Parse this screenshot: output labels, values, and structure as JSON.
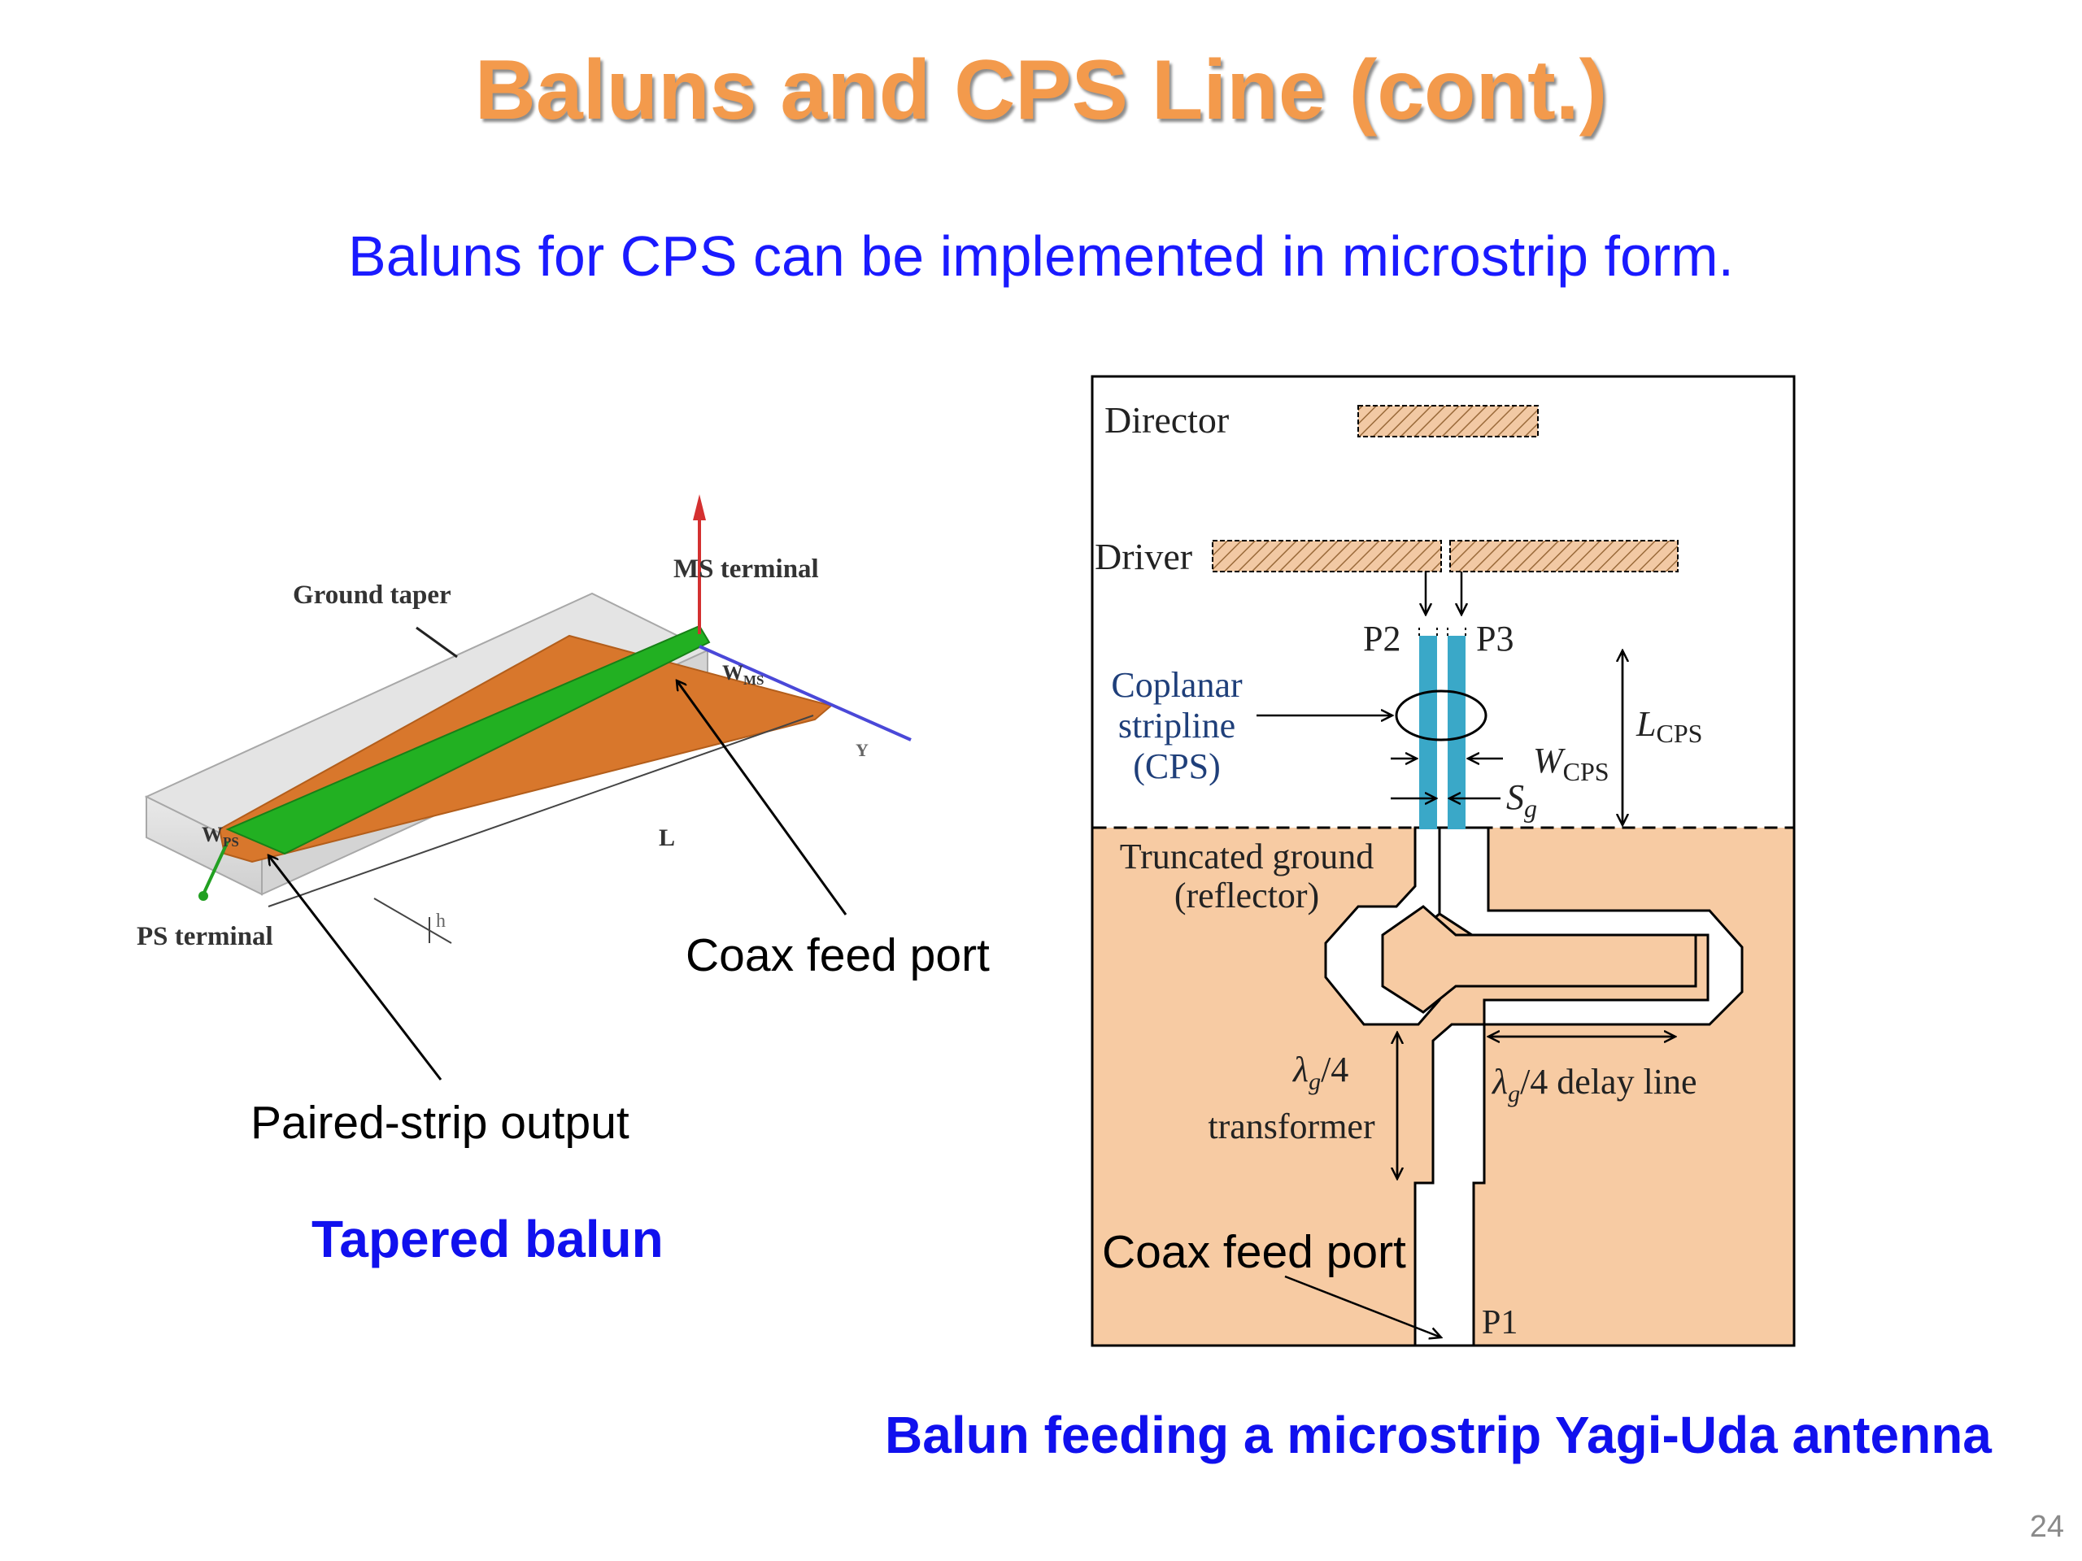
{
  "slide": {
    "title": "Baluns and CPS Line (cont.)",
    "subtitle": "Baluns for CPS can be implemented in microstrip form.",
    "page_number": "24"
  },
  "left_figure": {
    "labels": {
      "ground_taper": "Ground taper",
      "ms_terminal": "MS terminal",
      "w_ms": "W",
      "w_ms_sub": "MS",
      "w_ps": "W",
      "w_ps_sub": "PS",
      "y_axis": "Y",
      "length": "L",
      "ps_terminal": "PS terminal",
      "height": "h"
    },
    "annotations": {
      "coax_feed_port": "Coax feed port",
      "paired_strip_output": "Paired-strip output"
    },
    "caption": "Tapered balun"
  },
  "right_figure": {
    "labels": {
      "director": "Director",
      "driver": "Driver",
      "p2": "P2",
      "p3": "P3",
      "cps_line1": "Coplanar",
      "cps_line2": "stripline",
      "cps_line3": "(CPS)",
      "l_cps": "L",
      "l_cps_sub": "CPS",
      "w_cps": "W",
      "w_cps_sub": "CPS",
      "s_g": "S",
      "s_g_sub": "g",
      "truncated_line1": "Truncated ground",
      "truncated_line2": "(reflector)",
      "transformer_line1": "λ",
      "transformer_sub": "g",
      "transformer_frac": "/4",
      "transformer_line2": "transformer",
      "delay_lambda": "λ",
      "delay_sub": "g",
      "delay_rest": "/4 delay line",
      "p1": "P1"
    },
    "annotations": {
      "coax_feed_port": "Coax feed port"
    },
    "caption": "Balun feeding a microstrip Yagi-Uda antenna"
  },
  "colors": {
    "title": "#f39a4c",
    "text_blue": "#1a1aff",
    "ground_copper": "#f7cba3",
    "cps_strip": "#3aa8c8",
    "taper_orange": "#d8772c",
    "strip_green": "#22b022"
  }
}
